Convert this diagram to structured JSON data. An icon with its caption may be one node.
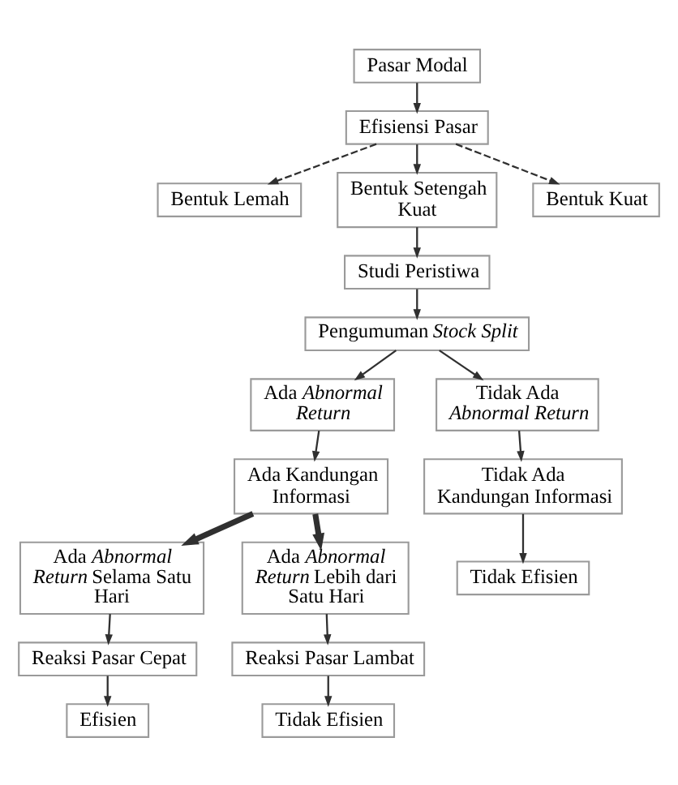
{
  "diagram": {
    "nodes": [
      {
        "text": [
          "Pasar Modal"
        ]
      },
      {
        "text": [
          "Efisiensi Pasar"
        ]
      },
      {
        "text": [
          "Bentuk Lemah"
        ]
      },
      {
        "text": [
          "Bentuk Setengah Kuat"
        ]
      },
      {
        "text": [
          "Bentuk Kuat"
        ]
      },
      {
        "text": [
          "Studi Peristiwa"
        ]
      },
      {
        "text": [
          "Pengumuman *Stock Split*"
        ]
      },
      {
        "text": [
          "Ada *Abnormal Return*"
        ]
      },
      {
        "text": [
          "Tidak Ada *Abnormal Return*"
        ]
      },
      {
        "text": [
          "Ada Kandungan Informasi"
        ]
      },
      {
        "text": [
          "Tidak Ada Kandungan Informasi"
        ]
      },
      {
        "text": [
          "Ada *Abnormal Return* Selama Satu Hari"
        ]
      },
      {
        "text": [
          "Ada *Abnormal Return* Lebih dari Satu Hari"
        ]
      },
      {
        "text": [
          "Tidak Efisien"
        ]
      },
      {
        "text": [
          "Reaksi Pasar Cepat"
        ]
      },
      {
        "text": [
          "Reaksi Pasar Lambat"
        ]
      },
      {
        "text": [
          "Efisien"
        ]
      },
      {
        "text": [
          "Tidak Efisien"
        ]
      }
    ],
    "edges": [
      {
        "from": 0,
        "to": 1,
        "arrow": "to"
      },
      {
        "from": 1,
        "to": 2,
        "arrow": "to",
        "style": "dashed"
      },
      {
        "from": 1,
        "to": 3,
        "arrow": "to"
      },
      {
        "from": 1,
        "to": 4,
        "arrow": "to",
        "style": "dashed"
      },
      {
        "from": 3,
        "to": 5,
        "arrow": "to"
      },
      {
        "from": 5,
        "to": 6,
        "arrow": "to"
      },
      {
        "from": 6,
        "to": 7,
        "arrow": "to"
      },
      {
        "from": 6,
        "to": 8,
        "arrow": "to"
      },
      {
        "from": 7,
        "to": 9,
        "arrow": "to"
      },
      {
        "from": 8,
        "to": 10,
        "arrow": "to"
      },
      {
        "from": 9,
        "to": 11,
        "arrow": "to",
        "style": "thick"
      },
      {
        "from": 9,
        "to": 12,
        "arrow": "to",
        "style": "thick"
      },
      {
        "from": 10,
        "to": 13,
        "arrow": "to"
      },
      {
        "from": 11,
        "to": 14,
        "arrow": "to"
      },
      {
        "from": 12,
        "to": 15,
        "arrow": "to"
      },
      {
        "from": 14,
        "to": 16,
        "arrow": "to"
      },
      {
        "from": 15,
        "to": 17,
        "arrow": "to"
      }
    ]
  }
}
